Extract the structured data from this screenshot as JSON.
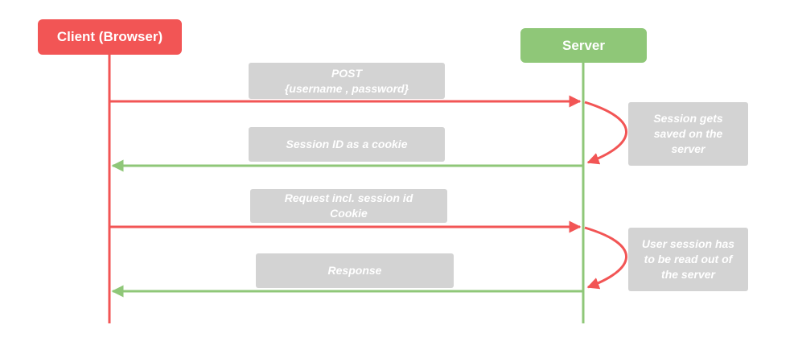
{
  "actors": {
    "client": {
      "label": "Client (Browser)",
      "color": "#f25555"
    },
    "server": {
      "label": "Server",
      "color": "#8fc778"
    }
  },
  "messages": [
    {
      "lines": [
        "POST",
        "{username , password}"
      ],
      "direction": "client-to-server",
      "color": "#f25555"
    },
    {
      "lines": [
        "Session ID as a cookie"
      ],
      "direction": "server-to-client",
      "color": "#8fc778"
    },
    {
      "lines": [
        "Request incl. session id",
        "Cookie"
      ],
      "direction": "client-to-server",
      "color": "#f25555"
    },
    {
      "lines": [
        "Response"
      ],
      "direction": "server-to-client",
      "color": "#8fc778"
    }
  ],
  "notes": [
    {
      "lines": [
        "Session gets",
        "saved on the",
        "server"
      ]
    },
    {
      "lines": [
        "User session has",
        "to be read out of",
        "the server"
      ]
    }
  ],
  "colors": {
    "label_bg": "#d3d3d3",
    "label_text": "#ffffff"
  }
}
